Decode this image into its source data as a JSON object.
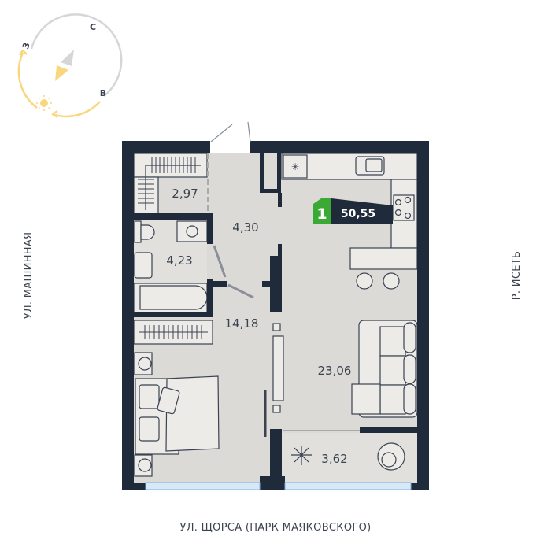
{
  "compass": {
    "north": "С",
    "west": "З",
    "east": "В"
  },
  "streets": {
    "left": "УЛ. МАШИННАЯ",
    "right": "Р. ИСЕТЬ",
    "bottom": "УЛ. ЩОРСА (ПАРК МАЯКОВСКОГО)"
  },
  "badge": {
    "rooms": "1",
    "total_area": "50,55",
    "colors": {
      "rooms_bg": "#3aaa35",
      "area_bg": "#1f2a3a"
    }
  },
  "rooms": {
    "wardrobe": "2,97",
    "hall": "4,30",
    "bathroom": "4,23",
    "bedroom": "14,18",
    "living_kitchen": "23,06",
    "balcony": "3,62"
  },
  "colors": {
    "wall": "#1f2a3a",
    "floor": "#dcdad7",
    "sun": "#f9d77e"
  }
}
